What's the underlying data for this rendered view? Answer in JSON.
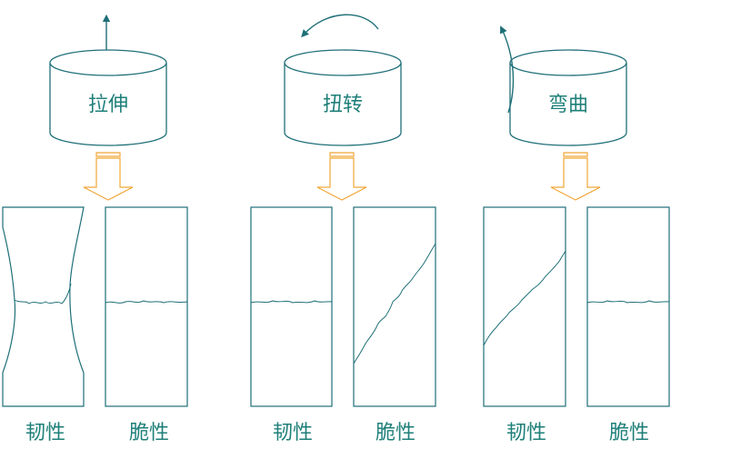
{
  "colors": {
    "stroke": "#1f6f78",
    "text": "#1f7f79",
    "arrow_fill": "#ffffff",
    "arrow_stroke": "#f0a637"
  },
  "groups": [
    {
      "load": "拉伸",
      "specimens": [
        "韧性",
        "脆性"
      ]
    },
    {
      "load": "扭转",
      "specimens": [
        "韧性",
        "脆性"
      ]
    },
    {
      "load": "弯曲",
      "specimens": [
        "韧性",
        "脆性"
      ]
    }
  ]
}
